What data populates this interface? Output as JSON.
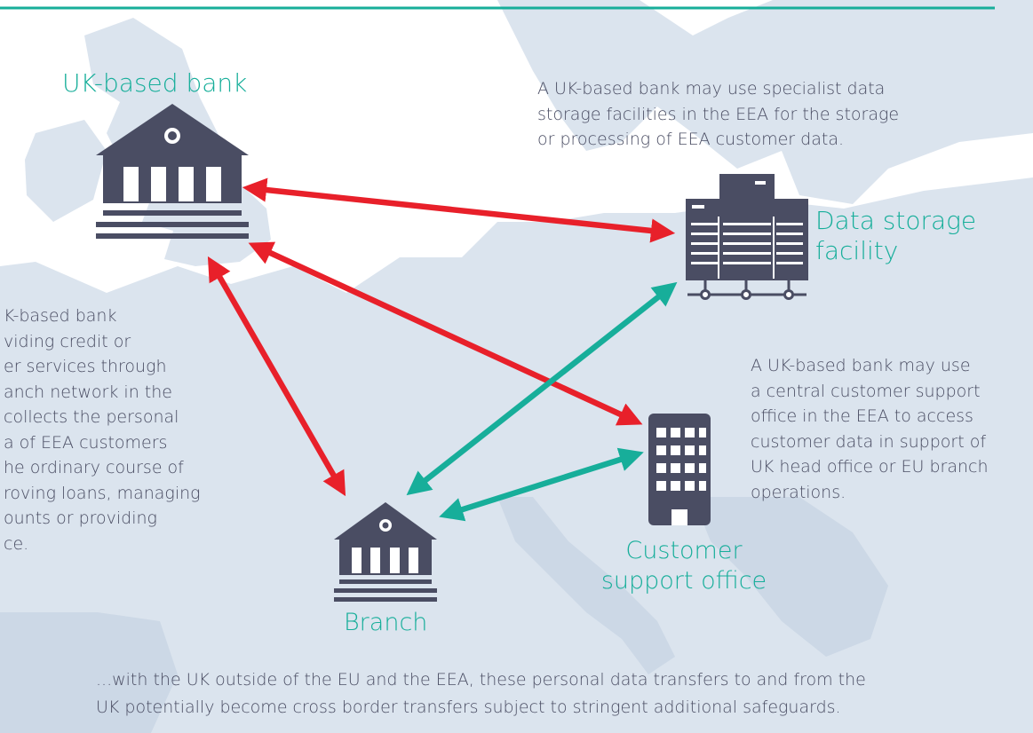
{
  "colors": {
    "teal": "#17ae9a",
    "red": "#e8202a",
    "icon": "#4a4d63",
    "map_land": "#dbe4ee",
    "map_land_dark": "#ccd8e6",
    "text": "#4a4d63"
  },
  "nodes": {
    "uk_bank": {
      "label": "UK-based bank",
      "icon": "bank-icon"
    },
    "branch": {
      "label": "Branch",
      "icon": "bank-icon"
    },
    "data_storage": {
      "label_lines": [
        "Data storage",
        "facility"
      ],
      "icon": "server-icon"
    },
    "customer_support": {
      "label_lines": [
        "Customer",
        "support office"
      ],
      "icon": "office-building-icon"
    }
  },
  "descriptions": {
    "data_storage": [
      "A UK-based bank may use specialist data",
      "storage facilities in the EEA for the storage",
      "or processing of EEA customer data."
    ],
    "branch": [
      "K-based bank",
      "viding credit or",
      "er services through",
      "anch network in the",
      "collects the personal",
      "a of EEA customers",
      "he ordinary course of",
      "roving loans, managing",
      "ounts or providing",
      "ce."
    ],
    "customer_support": [
      "A UK-based bank may use",
      "a central customer support",
      "office in the EEA to access",
      "customer data in support of",
      "UK head office or EU branch",
      "operations."
    ]
  },
  "footer": [
    "...with the UK outside of the EU and the EEA, these personal data transfers to and from the",
    "UK potentially become cross border transfers subject to stringent additional safeguards."
  ],
  "connections": [
    {
      "from": "uk_bank",
      "to": "data_storage",
      "color": "red"
    },
    {
      "from": "uk_bank",
      "to": "customer_support",
      "color": "red"
    },
    {
      "from": "uk_bank",
      "to": "branch",
      "color": "red"
    },
    {
      "from": "branch",
      "to": "data_storage",
      "color": "teal"
    },
    {
      "from": "branch",
      "to": "customer_support",
      "color": "teal"
    }
  ]
}
